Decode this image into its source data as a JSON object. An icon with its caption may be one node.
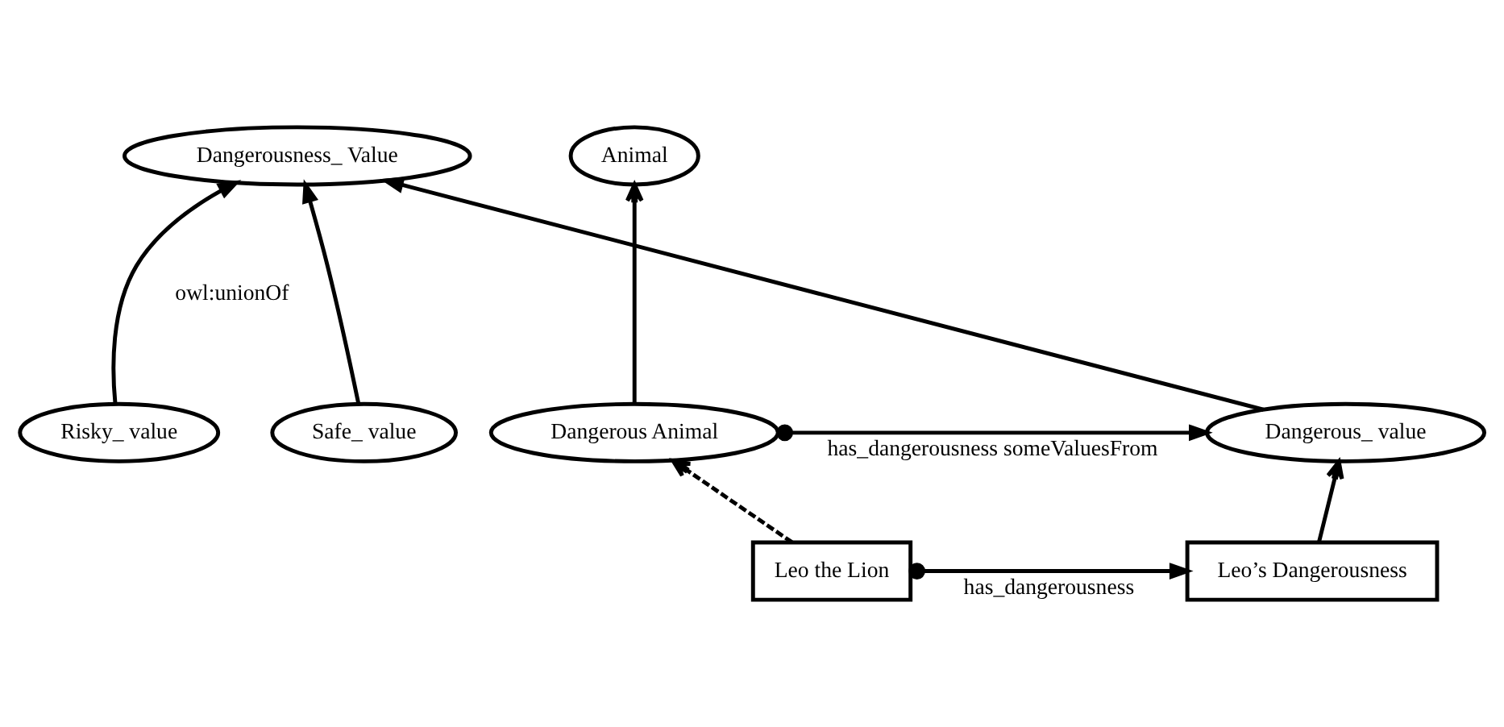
{
  "diagram": {
    "nodes": [
      {
        "text": [
          "Dangerousness_ Value"
        ]
      },
      {
        "text": [
          "Animal"
        ]
      },
      {
        "text": [
          "Safe_ value"
        ]
      },
      {
        "text": [
          "Risky_ value"
        ]
      },
      {
        "text": [
          "Dangerous_ value"
        ]
      },
      {
        "text": [
          "Dangerous Animal"
        ]
      },
      {
        "text": [
          "Leo’s Dangerousness"
        ]
      },
      {
        "text": [
          "Leo the Lion"
        ]
      }
    ],
    "edges": [
      {
        "from": 2,
        "to": 0,
        "arrow": "to"
      },
      {
        "from": 3,
        "to": 0,
        "arrow": "to"
      },
      {
        "from": 4,
        "to": 0,
        "arrow": "to"
      },
      {
        "from": 5,
        "to": 1,
        "arrow": "to"
      },
      {
        "from": 5,
        "to": 4,
        "arrow": "to",
        "label": "has_dangerousness someValuesFrom"
      },
      {
        "from": 6,
        "to": 4,
        "arrow": "to"
      },
      {
        "from": 7,
        "to": 5,
        "arrow": "to",
        "style": "dashed"
      },
      {
        "from": 7,
        "to": 6,
        "arrow": "to",
        "label": "has_dangerousness"
      }
    ],
    "labels": [
      "owl:unionOf"
    ]
  }
}
